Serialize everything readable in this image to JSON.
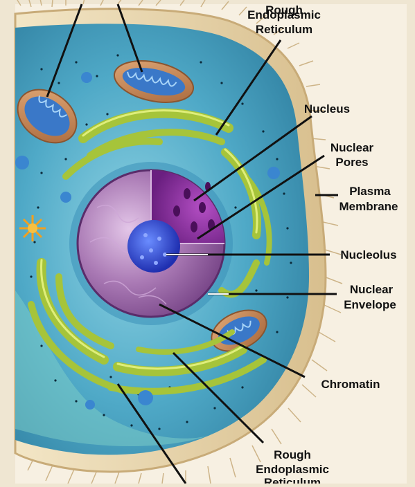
{
  "labels": {
    "rough_er_top_line1": "Rough",
    "rough_er_top_line2": "Endoplasmic",
    "rough_er_top_line3": "Reticulum",
    "nucleus": "Nucleus",
    "nuclear_pores_line1": "Nuclear",
    "nuclear_pores_line2": "Pores",
    "plasma_membrane_line1": "Plasma",
    "plasma_membrane_line2": "Membrane",
    "nucleolus": "Nucleolus",
    "nuclear_envelope_line1": "Nuclear",
    "nuclear_envelope_line2": "Envelope",
    "chromatin": "Chromatin",
    "rough_er_bottom_line1": "Rough",
    "rough_er_bottom_line2": "Endoplasmic",
    "rough_er_bottom_line3": "Reticulum"
  },
  "colors": {
    "background": "#efe6d2",
    "membrane": "#e8d6b0",
    "cytoplasm": "#5fb5cf",
    "nucleus": "#9b5fa8",
    "nucleolus": "#2a3cc8",
    "er": "#a6c43a",
    "mitochondria": "#c98b5a",
    "label_line": "#111111"
  }
}
